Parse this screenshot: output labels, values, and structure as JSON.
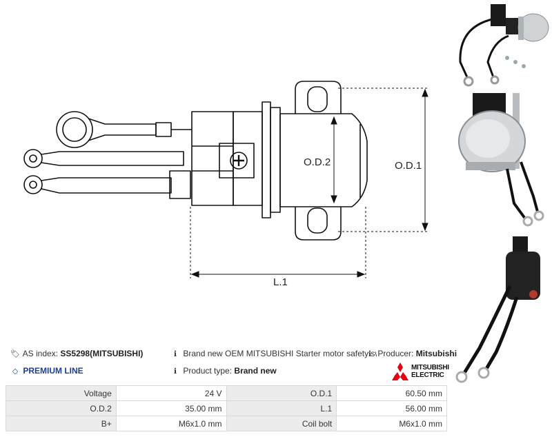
{
  "diagram": {
    "od1_label": "O.D.1",
    "od2_label": "O.D.2",
    "l1_label": "L.1"
  },
  "info": {
    "as_index_label": "AS index:",
    "as_index_value": "SS5298(MITSUBISHI)",
    "description": "Brand new OEM MITSUBISHI Starter motor safety switch",
    "producer_label": "Producer:",
    "producer_value": "Mitsubishi",
    "premium_label": "PREMIUM LINE",
    "product_type_label": "Product type:",
    "product_type_value": "Brand new",
    "logo_line1": "MITSUBISHI",
    "logo_line2": "ELECTRIC"
  },
  "specs": [
    {
      "label_a": "Voltage",
      "value_a": "24 V",
      "label_b": "O.D.1",
      "value_b": "60.50 mm"
    },
    {
      "label_a": "O.D.2",
      "value_a": "35.00 mm",
      "label_b": "L.1",
      "value_b": "56.00 mm"
    },
    {
      "label_a": "B+",
      "value_a": "M6x1.0 mm",
      "label_b": "Coil bolt",
      "value_b": "M6x1.0 mm"
    }
  ],
  "colors": {
    "premium": "#1c3f94",
    "logo_red": "#e60012",
    "table_label_bg": "#ececec"
  }
}
